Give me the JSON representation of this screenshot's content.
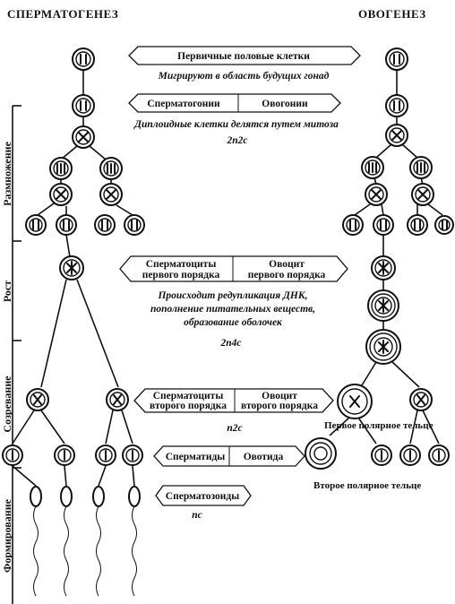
{
  "headers": {
    "left": "СПЕРМАТОГЕНЕЗ",
    "right": "ОВОГЕНЕЗ"
  },
  "stages": [
    "Размножение",
    "Рост",
    "Созревание",
    "Формирование"
  ],
  "boxes": {
    "primordial": "Первичные половые клетки",
    "spermatogonia": "Сперматогонии",
    "oogonia": "Овогонии",
    "spermatocyte1_line1": "Сперматоциты",
    "spermatocyte1_line2": "первого порядка",
    "oocyte1_line1": "Овоцит",
    "oocyte1_line2": "первого порядка",
    "spermatocyte2_line1": "Сперматоциты",
    "spermatocyte2_line2": "второго порядка",
    "oocyte2_line1": "Овоцит",
    "oocyte2_line2": "второго порядка",
    "spermatids": "Сперматиды",
    "ootid": "Овотида",
    "spermatozoa": "Сперматозоиды"
  },
  "notes": {
    "migrate": "Мигрируют в область будущих гонад",
    "mitosis": "Диплоидные клетки делятся путем митоза",
    "n2c": "2n2c",
    "growth_1": "Происходит редупликация ДНК,",
    "growth_2": "пополнение питательных веществ,",
    "growth_3": "образование оболочек",
    "n4c": "2n4c",
    "nc2": "n2c",
    "nc": "nc"
  },
  "labels": {
    "first_polar": "Первое полярное тельце",
    "second_polar": "Второе полярное тельце"
  }
}
